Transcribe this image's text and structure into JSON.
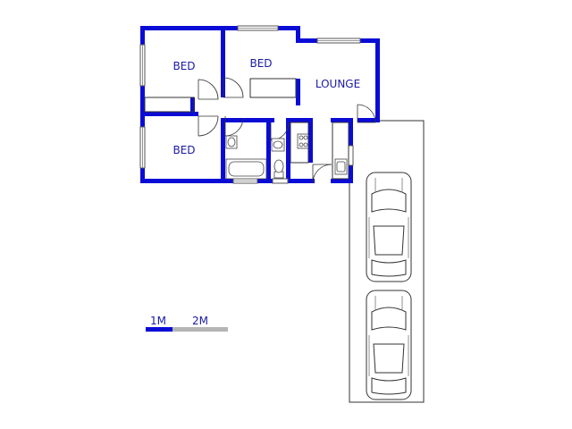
{
  "rooms": {
    "bed_1": "BED",
    "bed_2": "BED",
    "bed_3": "BED",
    "lounge": "LOUNGE"
  },
  "scale_bar": {
    "label_1": "1M",
    "label_2": "2M"
  },
  "colors": {
    "wall": "#0b0bd6",
    "label": "#1a1aa6",
    "scale_dark": "#0b0bd6",
    "scale_light": "#b5b5b5"
  },
  "icons": {
    "car": "car-icon",
    "door": "door-swing-icon",
    "window": "window-icon",
    "bath": "bathtub-icon",
    "toilet": "toilet-icon",
    "basin": "basin-icon",
    "stove": "stove-icon",
    "sink": "sink-icon"
  }
}
